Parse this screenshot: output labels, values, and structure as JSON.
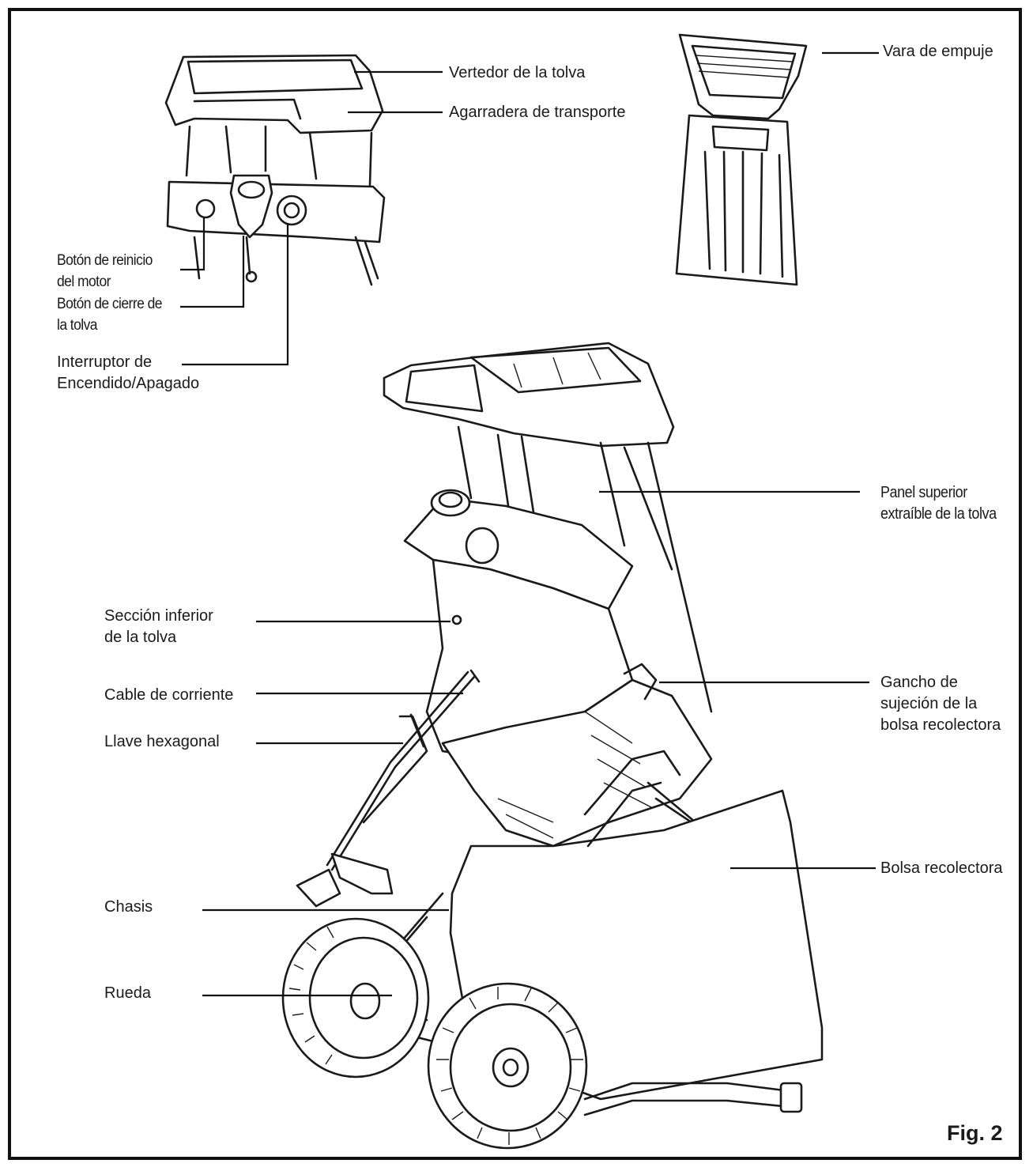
{
  "labels": {
    "vertedor": "Vertedor de la tolva",
    "agarradera": "Agarradera de transporte",
    "vara": "Vara de empuje",
    "reinicio": [
      "Botón de reinicio",
      "del motor"
    ],
    "cierre": [
      "Botón de cierre de",
      "la tolva"
    ],
    "interruptor": [
      "Interruptor de",
      "Encendido/Apagado"
    ],
    "panel": [
      "Panel superior",
      "extraíble de la tolva"
    ],
    "seccion": [
      "Sección inferior",
      "de la tolva"
    ],
    "cable": "Cable de corriente",
    "llave": "Llave hexagonal",
    "gancho": [
      "Gancho de",
      "sujeción de la",
      "bolsa recolectora"
    ],
    "bolsa": "Bolsa recolectora",
    "chasis": "Chasis",
    "rueda": "Rueda"
  },
  "figure": "Fig. 2"
}
